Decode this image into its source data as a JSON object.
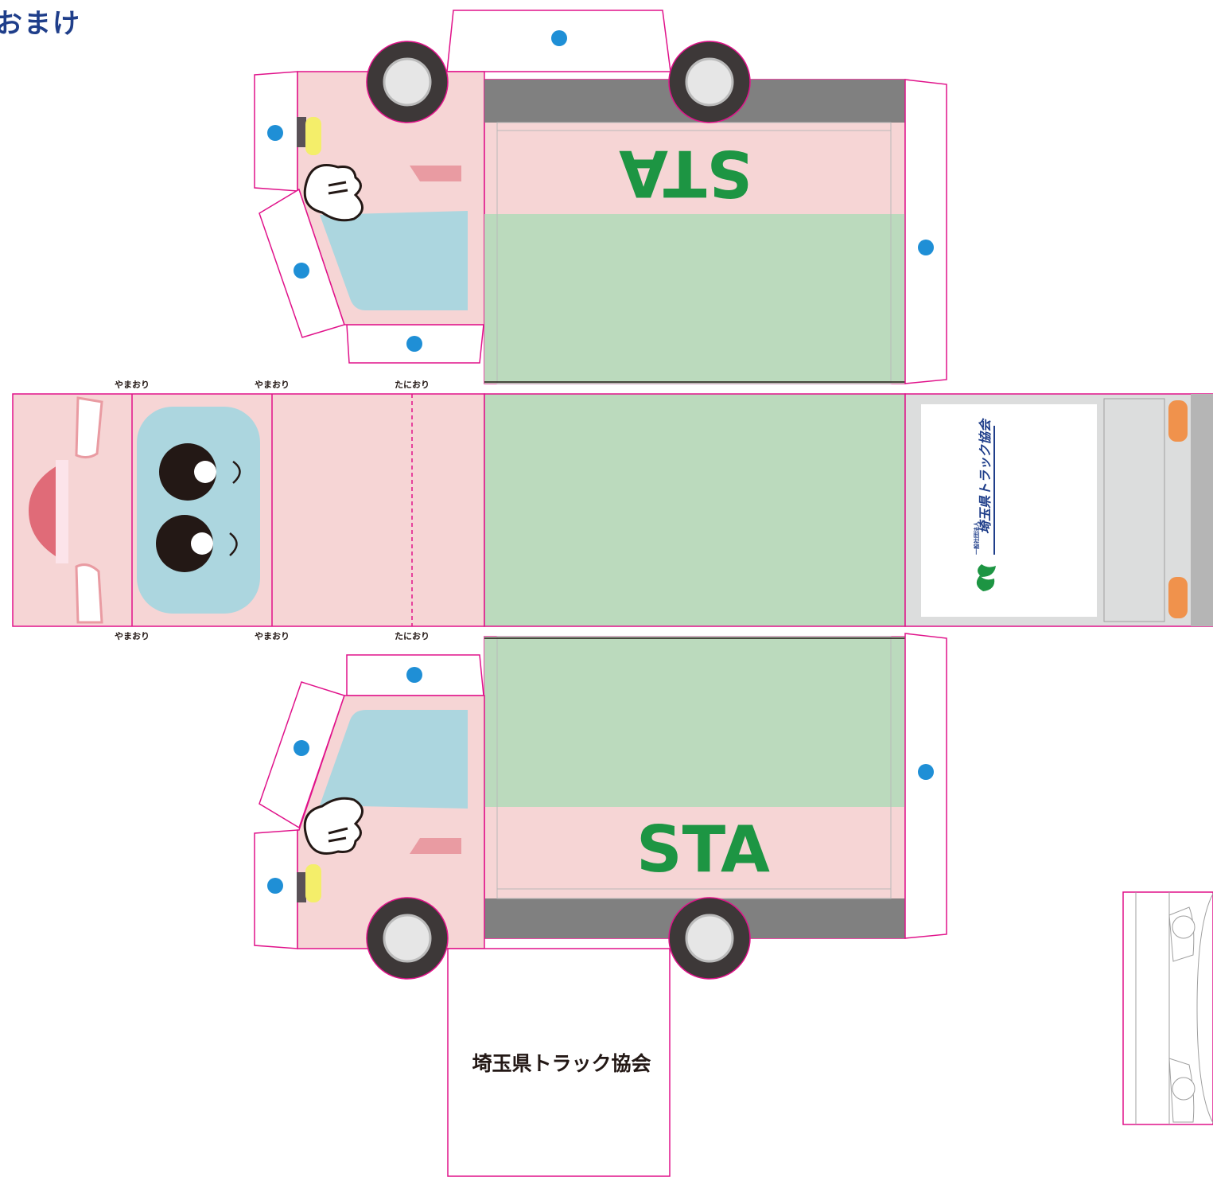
{
  "page_title": "おまけ",
  "fold_labels": {
    "top": [
      "やまおり",
      "やまおり",
      "たにおり"
    ],
    "bottom": [
      "やまおり",
      "やまおり",
      "たにおり"
    ]
  },
  "body_text": "STA",
  "bottom_tab_text": "埼玉県トラック協会",
  "logo": {
    "prefix": "一般社団法人",
    "name": "埼玉県トラック協会"
  },
  "colors": {
    "cut_line": "#e0128a",
    "body_pink": "#f6d5d5",
    "cargo_green": "#bbdabd",
    "window_blue": "#acd6df",
    "dot_blue": "#1f8fd6",
    "sta_green": "#1d9543",
    "chassis_gray": "#808080",
    "tire_dark": "#3d3838",
    "headlight_yellow": "#f4ee6a",
    "grille_red": "#e06b78",
    "tail_orange": "#f0924c",
    "title_navy": "#1f3e8a"
  },
  "icons": [
    "eye-icon",
    "wing-icon",
    "wheel-icon",
    "glue-dot-icon",
    "sta-logo-icon"
  ]
}
